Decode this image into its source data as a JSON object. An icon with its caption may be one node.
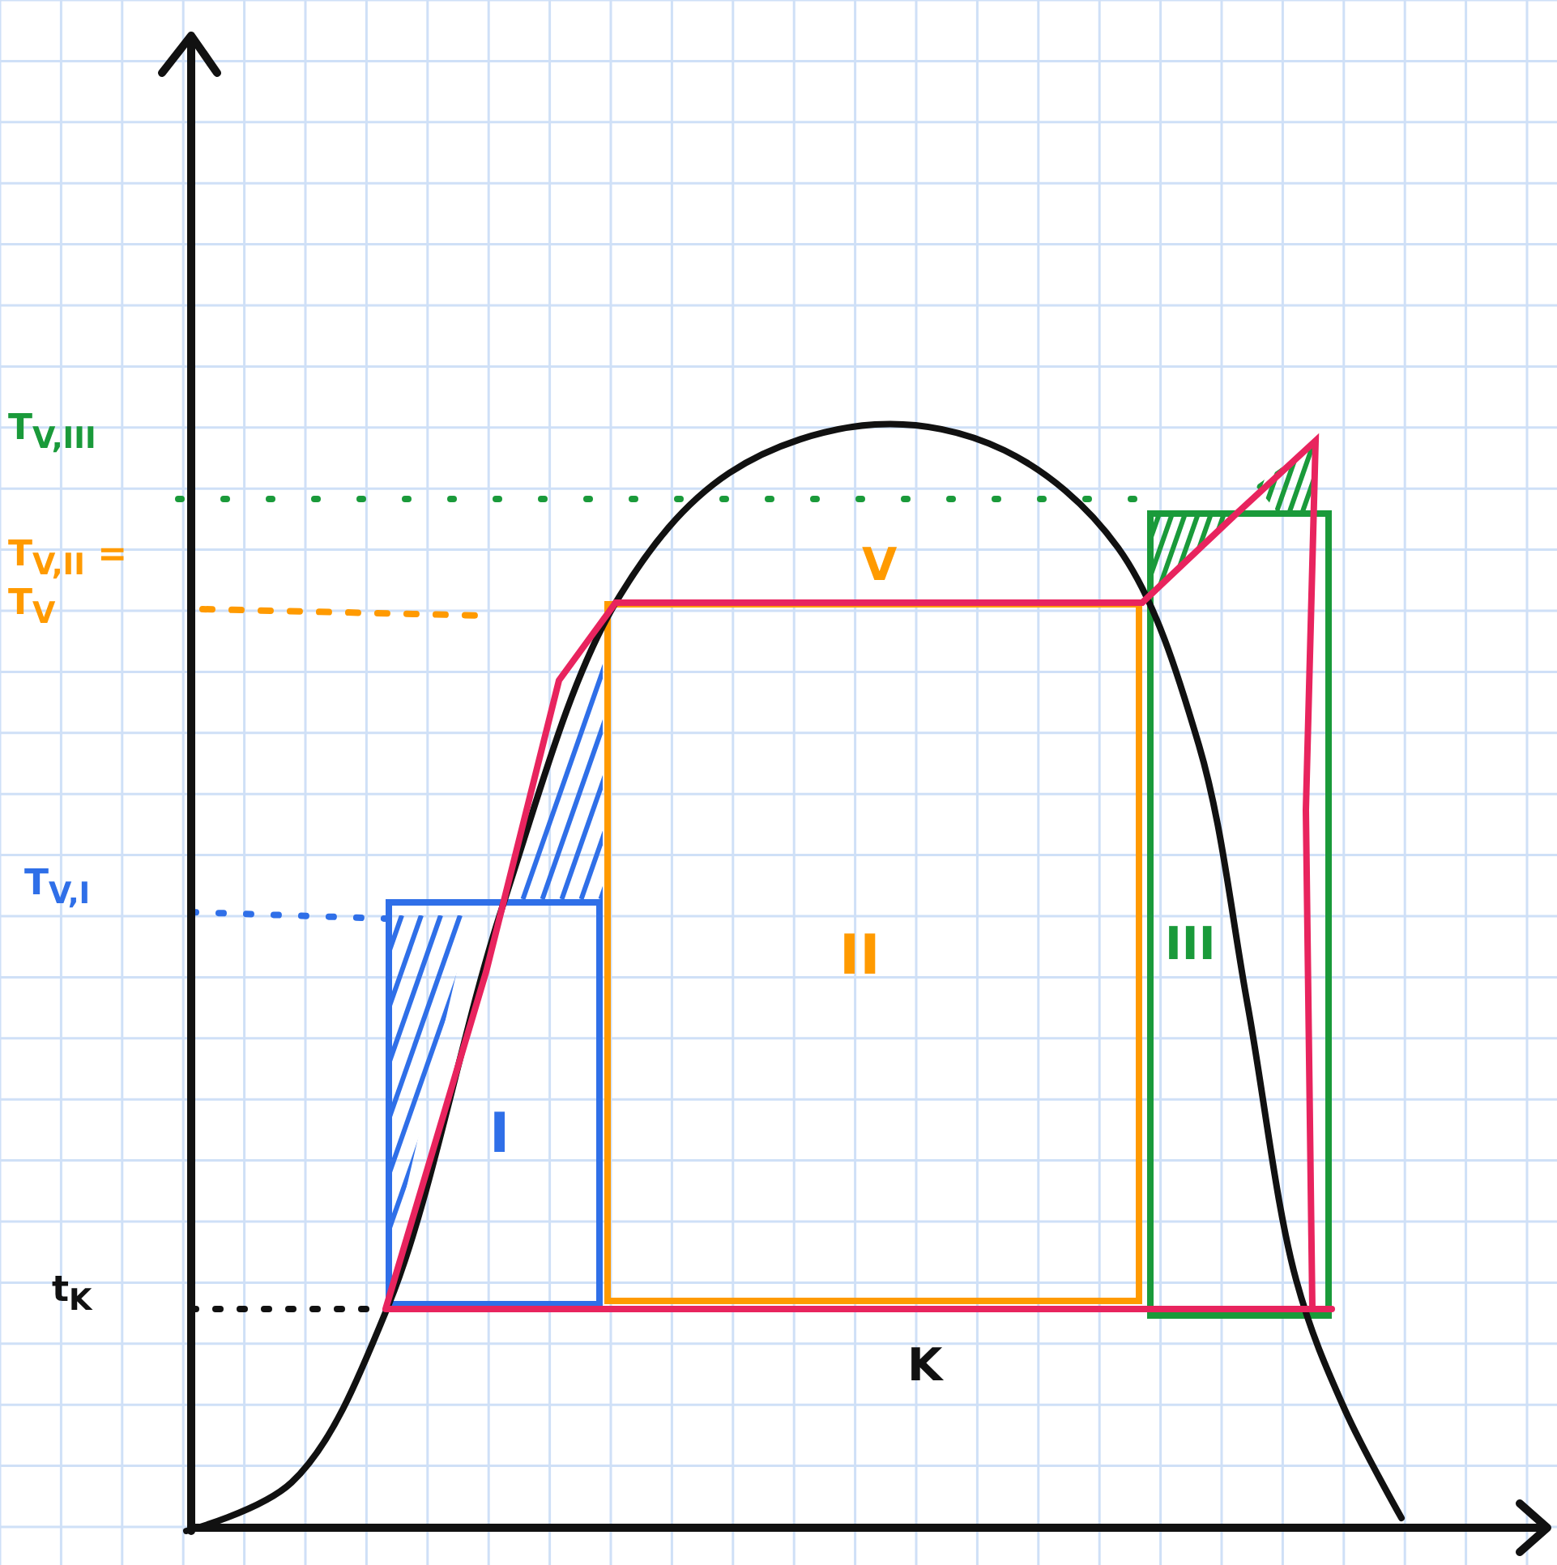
{
  "diagram": {
    "labels": [
      "T$_{V,III}$",
      "T$_{V,II}$ = T$_{V}$",
      "T$_{V,I}$",
      "t$_{K}$",
      "V",
      "II",
      "III",
      "I",
      "K"
    ]
  }
}
